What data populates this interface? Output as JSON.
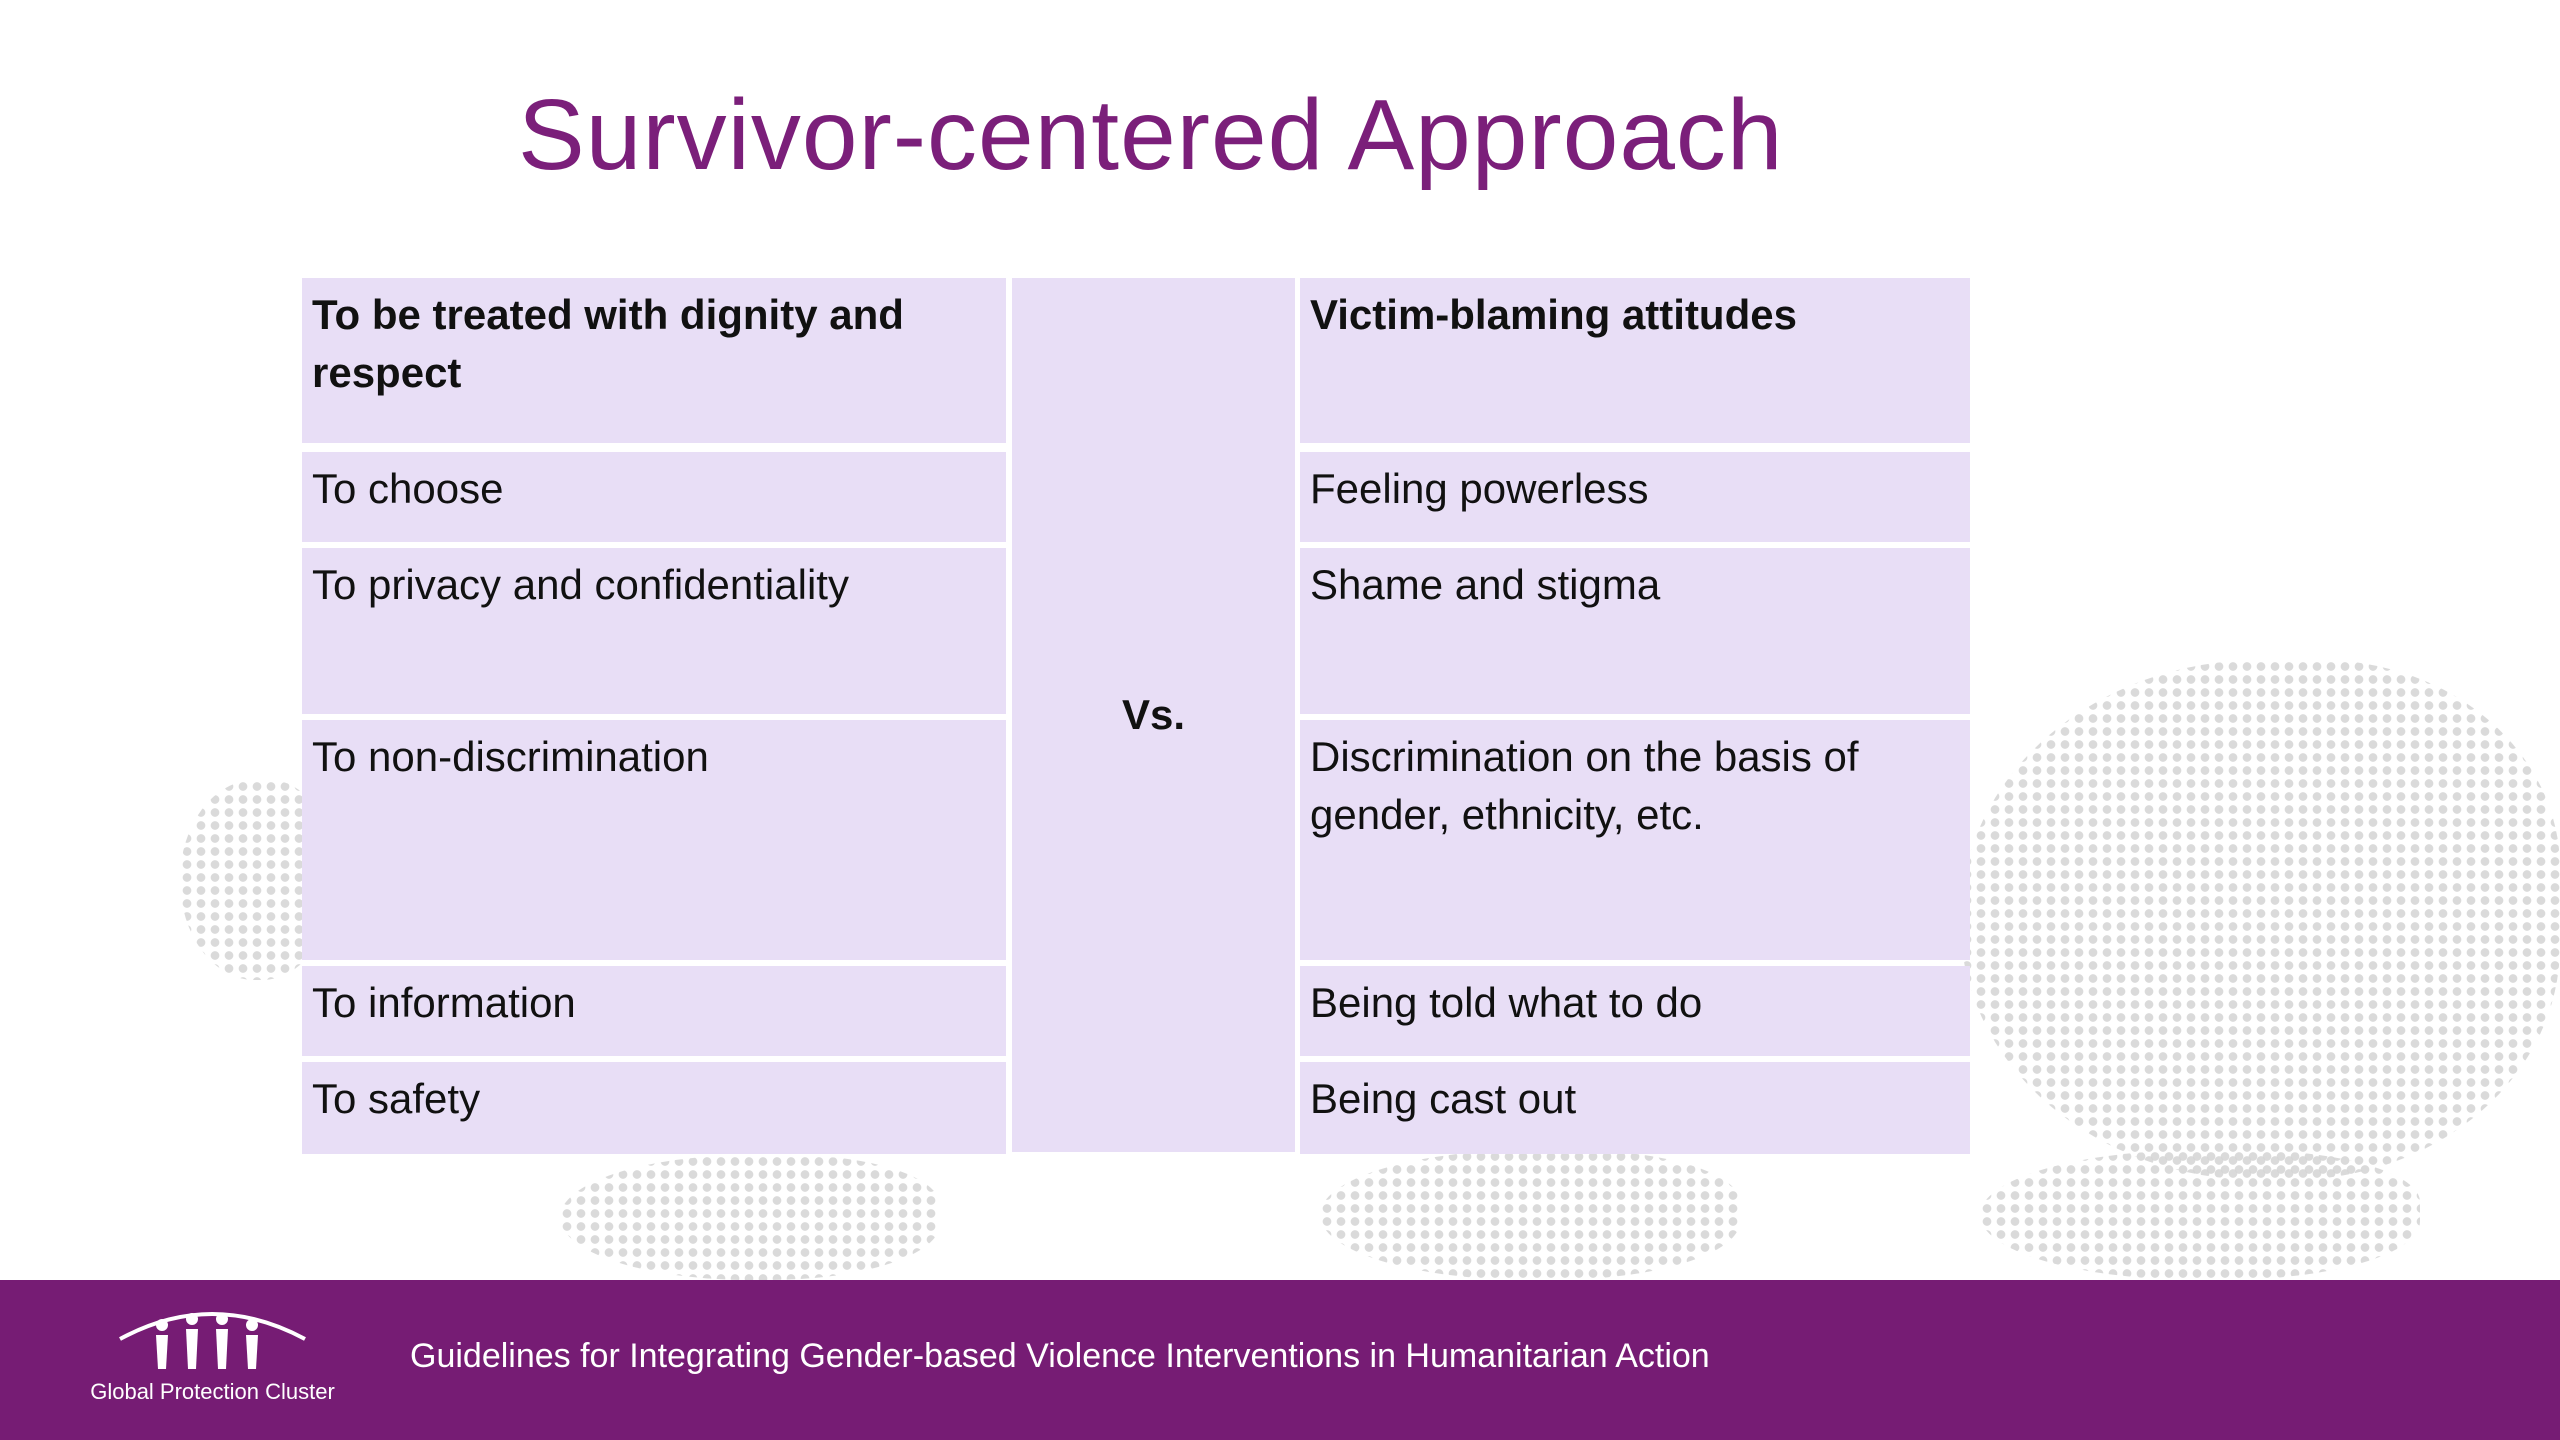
{
  "slide": {
    "title": "Survivor-centered Approach",
    "vs_label": "Vs.",
    "rows": [
      {
        "left": "To be treated with dignity and respect",
        "right": "Victim-blaming attitudes",
        "header": true
      },
      {
        "left": "To choose",
        "right": "Feeling powerless"
      },
      {
        "left": "To privacy and confidentiality",
        "right": "Shame and stigma"
      },
      {
        "left": "To non-discrimination",
        "right": "Discrimination on the basis of gender, ethnicity, etc."
      },
      {
        "left": "To information",
        "right": "Being told what to do"
      },
      {
        "left": "To safety",
        "right": "Being cast out"
      }
    ]
  },
  "footer": {
    "text": "Guidelines for Integrating Gender-based Violence Interventions in Humanitarian Action",
    "logo_name": "Global Protection Cluster",
    "logo_icon": "people-arc-icon",
    "color": "#761c74"
  },
  "colors": {
    "title": "#7b1f7a",
    "cell_background": "#e8def6"
  }
}
